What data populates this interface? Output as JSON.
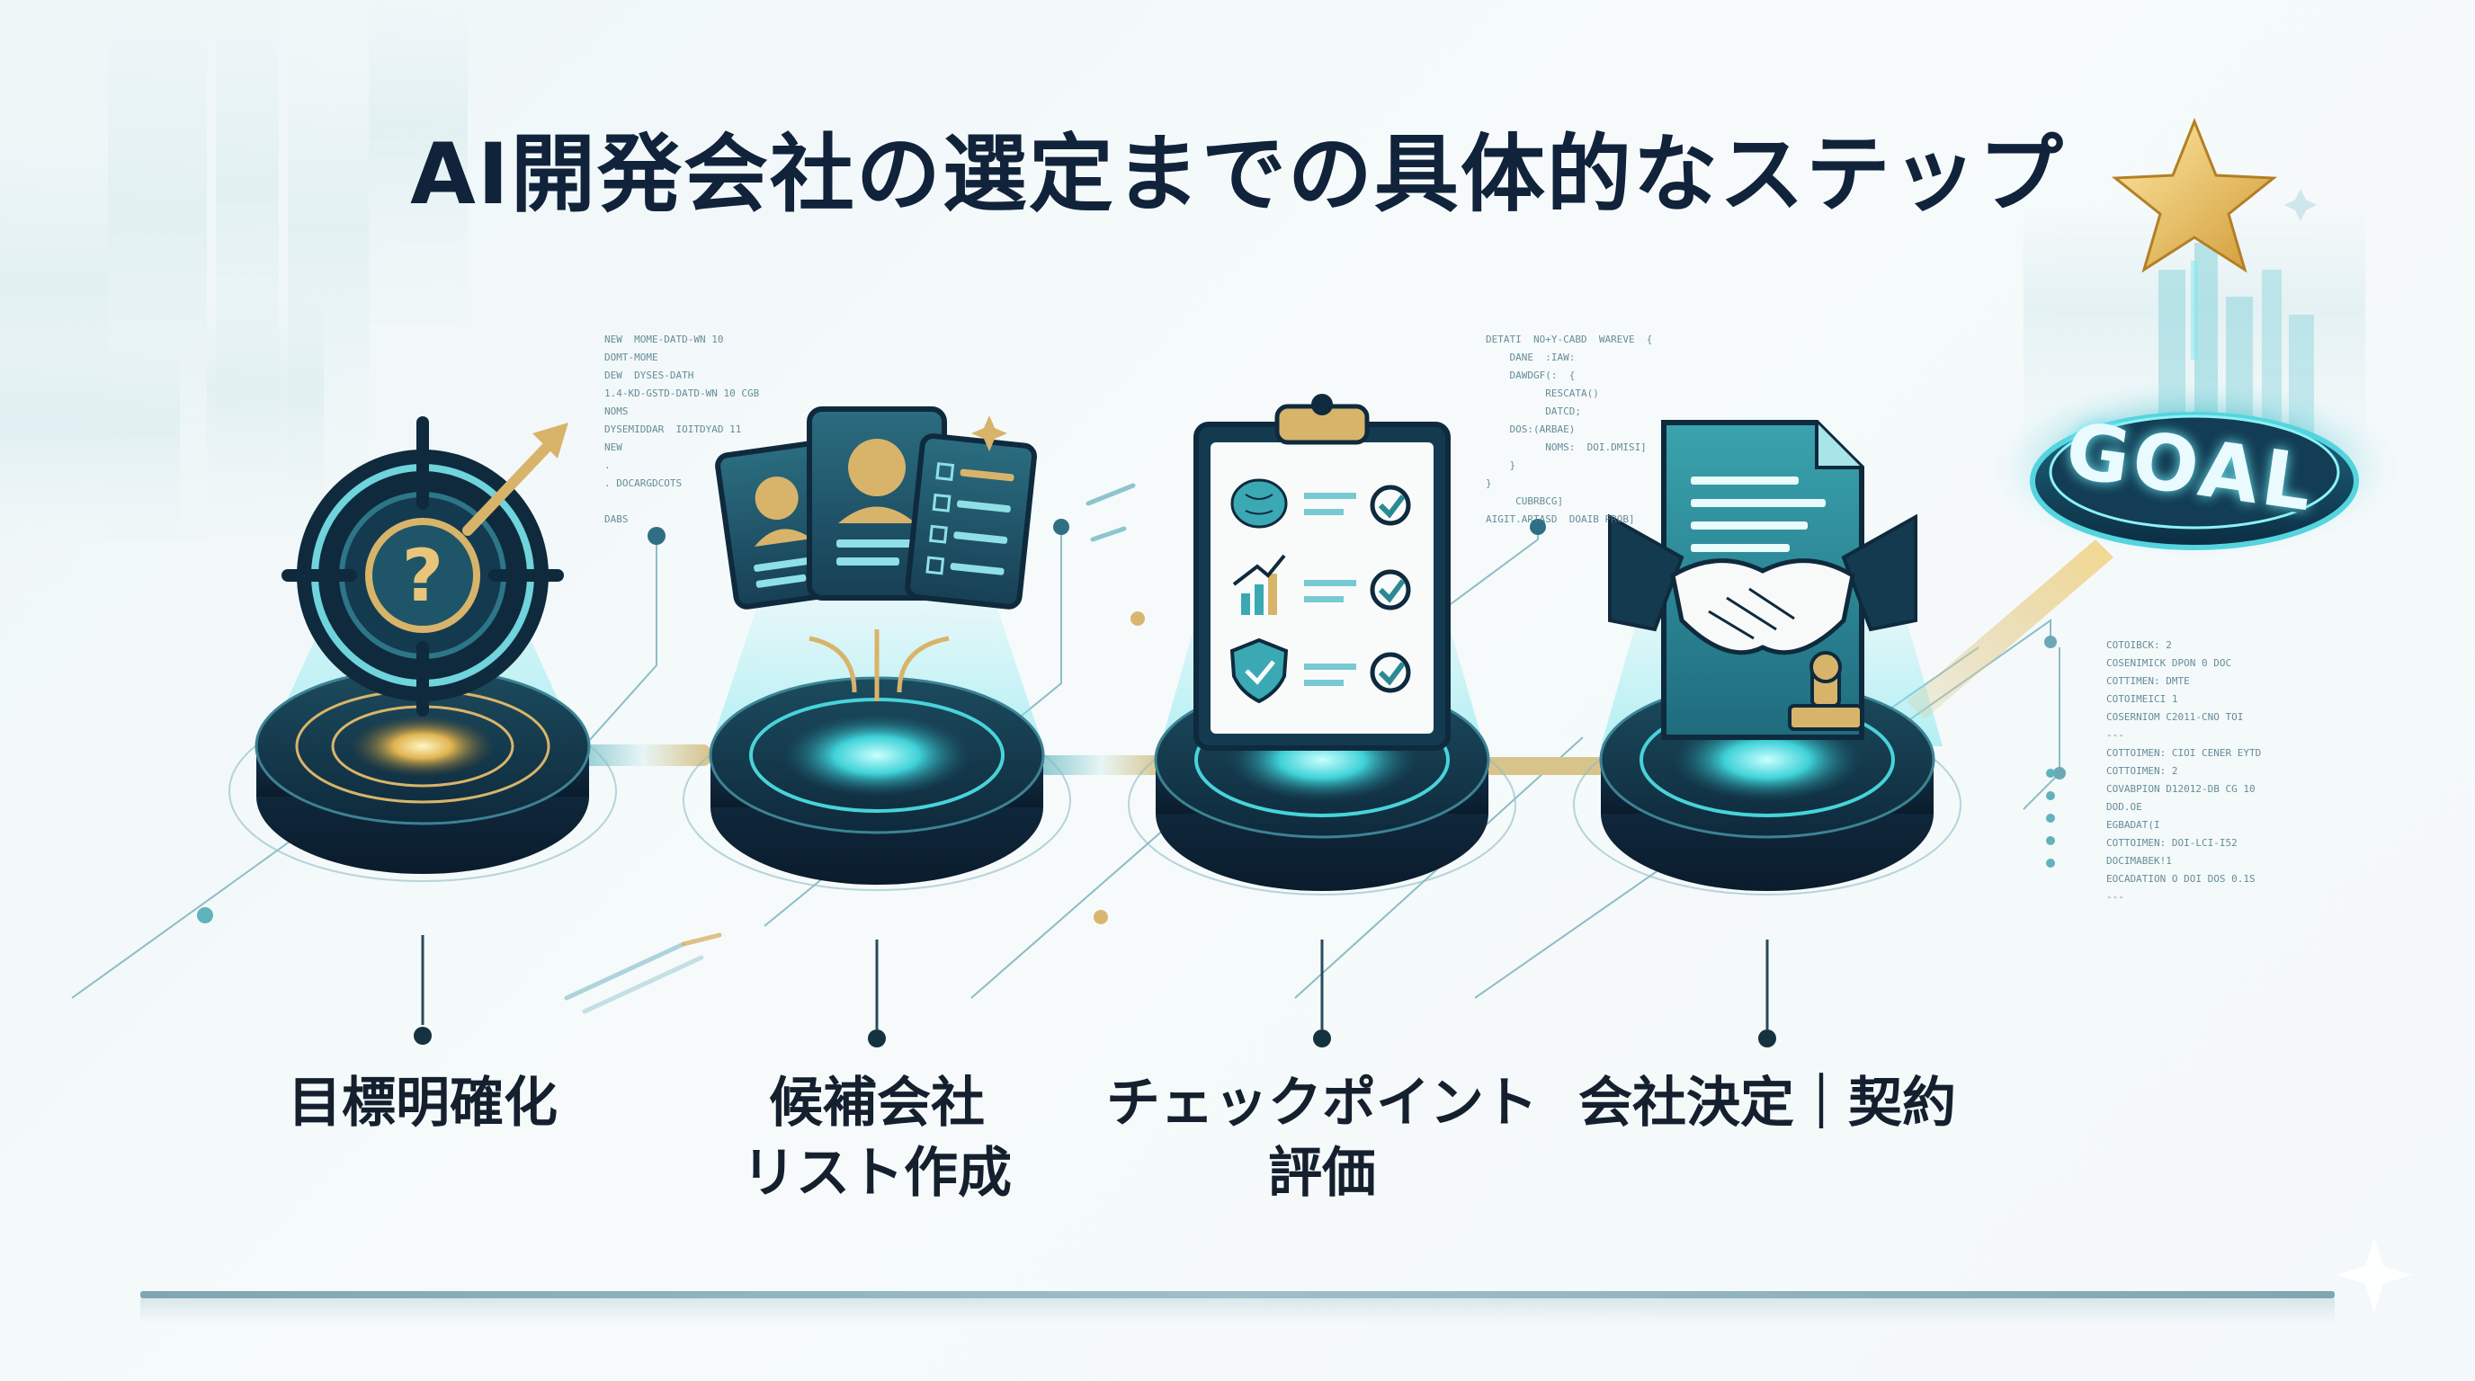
{
  "title": "AI開発会社の選定までの具体的なステップ",
  "goal": {
    "label": "GOAL"
  },
  "steps": [
    {
      "lines": [
        "目標明確化"
      ]
    },
    {
      "lines": [
        "候補会社",
        "リスト作成"
      ]
    },
    {
      "lines": [
        "チェックポイント",
        "評価"
      ]
    },
    {
      "lines": [
        "会社決定｜契約"
      ]
    }
  ],
  "decor_code": {
    "block1": "NEW  MOME-DATD-WN 10\nDOMT-MOME\nDEW  DYSES-DATH\n1.4-KD-GSTD-DATD-WN 10 CGB\nNOMS\nDYSEMIDDAR  IOITDYAD 11\nNEW\n.\n. DOCARGDCOTS\n\nDABS",
    "block2": "DETATI  NO+Y-CABD  WAREVE  {\n    DANE  :IAW:\n    DAWDGF(:  {\n          RESCATA()\n          DATCD;\n    DOS:(ARBAE)\n          NOMS:  DOI.DMISI]\n    }\n}\n     CUBRBCG]\nAIGIT.ARTASD  DOAIB PROB]",
    "block3": "COTOIBCK: 2\nCOSENIMICK DPON 0 DOC\nCOTTIMEN: DMTE\nCOTOIMEICI 1\nCOSERNIOM C2011-CNO TOI\n---\nCOTTOIMEN: CIOI CENER EYTD\nCOTTOIMEN: 2\nCOVABPION D12012-DB CG 10\nDOD.OE\nEGBADAT(I\nCOTTOIMEN: DOI-LCI-I52\nDOCIMABEK!1\nEOCADATION O DOI DOS 0.1S\n---"
  }
}
